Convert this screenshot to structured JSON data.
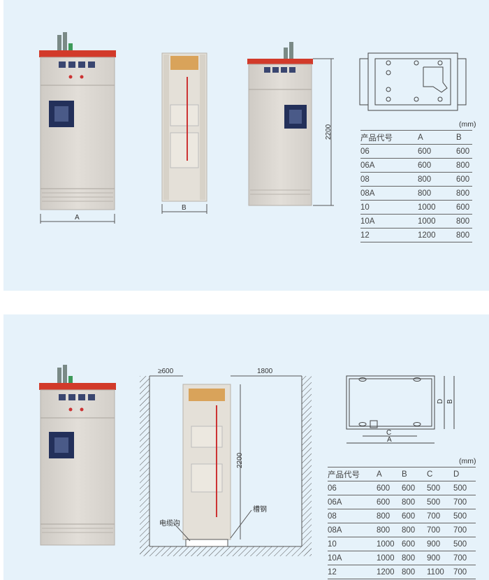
{
  "top": {
    "dim_a": "A",
    "dim_b": "B",
    "height": "2200",
    "unit": "(mm)",
    "table": {
      "headers": [
        "产品代号",
        "A",
        "B"
      ],
      "rows": [
        [
          "06",
          "600",
          "600"
        ],
        [
          "06A",
          "600",
          "800"
        ],
        [
          "08",
          "800",
          "600"
        ],
        [
          "08A",
          "800",
          "800"
        ],
        [
          "10",
          "1000",
          "600"
        ],
        [
          "10A",
          "1000",
          "800"
        ],
        [
          "12",
          "1200",
          "800"
        ]
      ]
    }
  },
  "bottom": {
    "clearance": "≥600",
    "rear_space": "1800",
    "height": "2200",
    "channel_steel": "槽钢",
    "cable_trench": "电缆沟",
    "plan_labels": {
      "a": "A",
      "b": "B",
      "c": "C",
      "d": "D"
    },
    "unit": "(mm)",
    "table": {
      "headers": [
        "产品代号",
        "A",
        "B",
        "C",
        "D"
      ],
      "rows": [
        [
          "06",
          "600",
          "600",
          "500",
          "500"
        ],
        [
          "06A",
          "600",
          "800",
          "500",
          "700"
        ],
        [
          "08",
          "800",
          "600",
          "700",
          "500"
        ],
        [
          "08A",
          "800",
          "800",
          "700",
          "700"
        ],
        [
          "10",
          "1000",
          "600",
          "900",
          "500"
        ],
        [
          "10A",
          "1000",
          "800",
          "900",
          "700"
        ],
        [
          "12",
          "1200",
          "800",
          "1100",
          "700"
        ]
      ]
    }
  },
  "colors": {
    "panel_bg": "#e6f2fa",
    "cabinet_body": "#dcd8d2",
    "cabinet_top": "#d23a2a",
    "breaker": "#23305a"
  },
  "icons": [
    "cabinet-front-icon",
    "cabinet-open-icon",
    "cabinet-side-icon",
    "base-plan-icon",
    "installation-section-icon"
  ]
}
